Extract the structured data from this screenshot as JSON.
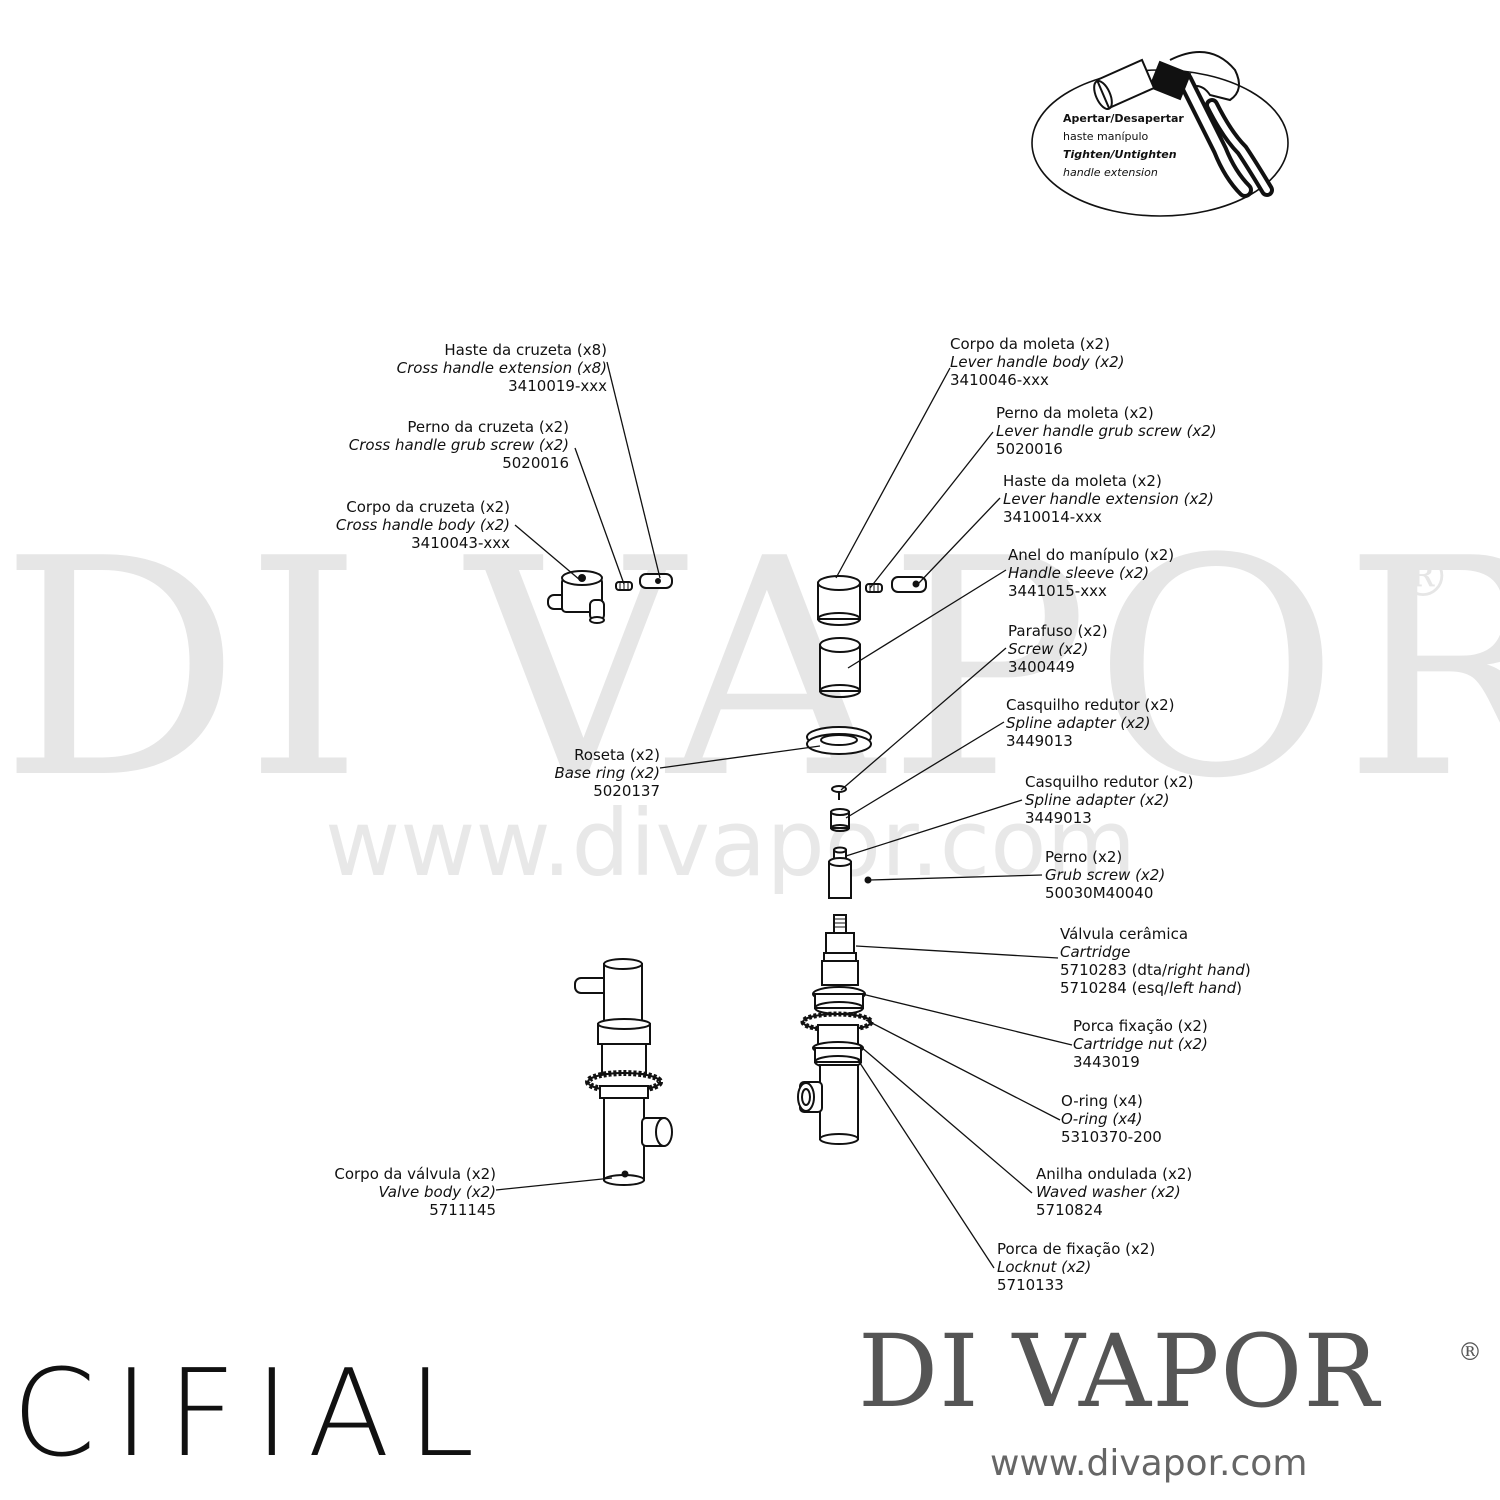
{
  "watermark": {
    "brand": "DI VAPOR",
    "reg": "®",
    "url": "www.divapor.com"
  },
  "insert": {
    "line1": "Apertar/Desapertar",
    "line2": "haste manípulo",
    "line3": "Tighten/Untighten",
    "line4": "handle extension"
  },
  "labels": {
    "haste_cruzeta": {
      "pt": "Haste da cruzeta (x8)",
      "en": "Cross handle extension (x8)",
      "code": "3410019-xxx"
    },
    "perno_cruzeta": {
      "pt": "Perno da cruzeta (x2)",
      "en": "Cross handle grub screw (x2)",
      "code": "5020016"
    },
    "corpo_cruzeta": {
      "pt": "Corpo da cruzeta (x2)",
      "en": "Cross handle body (x2)",
      "code": "3410043-xxx"
    },
    "roseta": {
      "pt": "Roseta (x2)",
      "en": "Base ring (x2)",
      "code": "5020137"
    },
    "corpo_valvula": {
      "pt": "Corpo da válvula (x2)",
      "en": "Valve body (x2)",
      "code": "5711145"
    },
    "corpo_moleta": {
      "pt": "Corpo da moleta (x2)",
      "en": "Lever handle body (x2)",
      "code": "3410046-xxx"
    },
    "perno_moleta": {
      "pt": "Perno da moleta (x2)",
      "en": "Lever handle grub screw (x2)",
      "code": "5020016"
    },
    "haste_moleta": {
      "pt": "Haste da moleta (x2)",
      "en": "Lever handle extension (x2)",
      "code": "3410014-xxx"
    },
    "anel_manipulo": {
      "pt": "Anel do manípulo (x2)",
      "en": "Handle sleeve (x2)",
      "code": "3441015-xxx"
    },
    "parafuso": {
      "pt": "Parafuso (x2)",
      "en": "Screw (x2)",
      "code": "3400449"
    },
    "casquilho1": {
      "pt": "Casquilho redutor (x2)",
      "en": "Spline adapter (x2)",
      "code": "3449013"
    },
    "casquilho2": {
      "pt": "Casquilho redutor (x2)",
      "en": "Spline adapter (x2)",
      "code": "3449013"
    },
    "perno": {
      "pt": "Perno (x2)",
      "en": "Grub screw (x2)",
      "code": "50030M40040"
    },
    "valvula": {
      "pt": "Válvula cerâmica",
      "en": "Cartridge",
      "code1_a": "5710283 (dta/",
      "code1_b": "right hand",
      "code1_c": ")",
      "code2_a": "5710284 (esq/",
      "code2_b": "left hand",
      "code2_c": ")"
    },
    "porca_fixacao": {
      "pt": "Porca fixação (x2)",
      "en": "Cartridge nut (x2)",
      "code": "3443019"
    },
    "oring": {
      "pt": "O-ring (x4)",
      "en": "O-ring (x4)",
      "code": "5310370-200"
    },
    "anilha": {
      "pt": "Anilha ondulada (x2)",
      "en": "Waved washer (x2)",
      "code": "5710824"
    },
    "porca_de_fixacao": {
      "pt": "Porca de fixação (x2)",
      "en": "Locknut (x2)",
      "code": "5710133"
    }
  },
  "logos": {
    "cifial": "CIFIAL",
    "divapor": "DI VAPOR",
    "divapor_reg": "®",
    "divapor_url": "www.divapor.com"
  }
}
